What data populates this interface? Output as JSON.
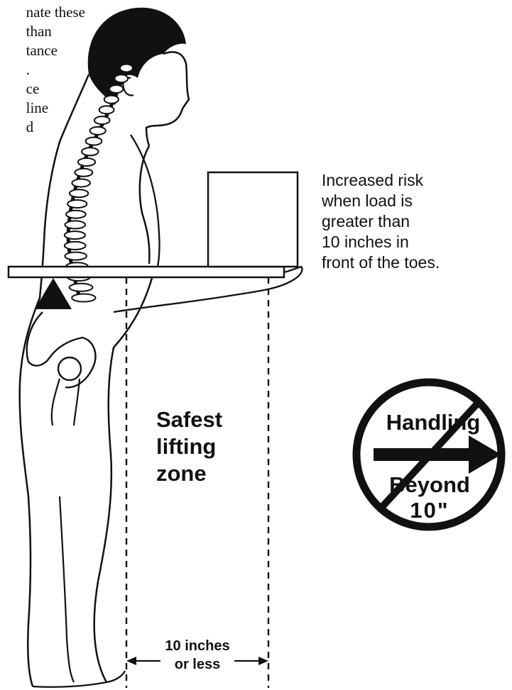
{
  "left_text_fragment": {
    "lines": [
      "nate these",
      "than",
      "tance",
      ".",
      "ce",
      "line",
      "d"
    ]
  },
  "risk_note": {
    "lines": [
      "Increased risk",
      "when load is",
      "greater than",
      "10 inches in",
      "front of the toes."
    ]
  },
  "zone_label": {
    "lines": [
      "Safest",
      "lifting",
      "zone"
    ]
  },
  "distance_label": {
    "lines": [
      "10 inches",
      "or less"
    ]
  },
  "sign": {
    "top": "Handling",
    "middle": "Beyond",
    "bottom": "10\""
  },
  "colors": {
    "ink": "#111111",
    "background": "#ffffff"
  }
}
